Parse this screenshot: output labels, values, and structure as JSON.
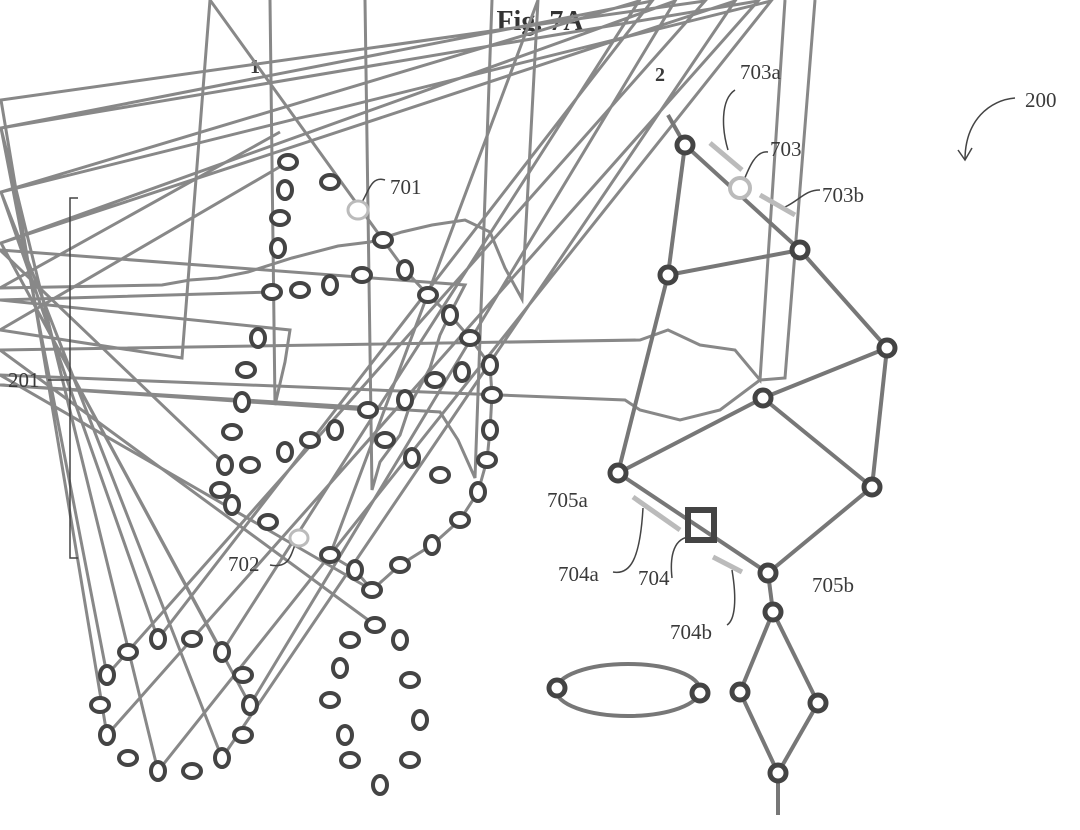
{
  "title": "Fig. 7A",
  "panels": {
    "left": "1",
    "right": "2"
  },
  "labels": {
    "ref_200": "200",
    "ref_201": "201",
    "ref_701": "701",
    "ref_702": "702",
    "ref_703": "703",
    "ref_703a": "703a",
    "ref_703b": "703b",
    "ref_704": "704",
    "ref_704a": "704a",
    "ref_704b": "704b",
    "ref_705a": "705a",
    "ref_705b": "705b"
  }
}
